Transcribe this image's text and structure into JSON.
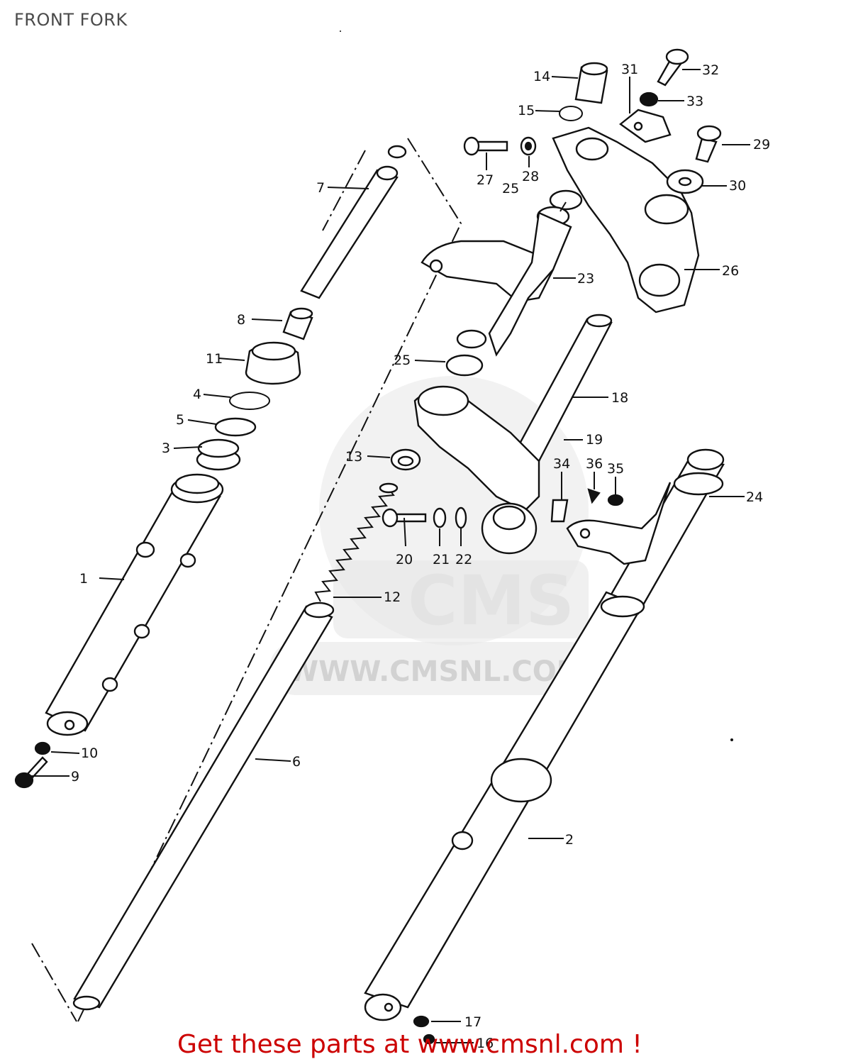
{
  "title": "FRONT FORK",
  "watermark": {
    "brand": "CMS",
    "url": "WWW.CMSNL.COM"
  },
  "footer": {
    "cta": "Get these parts at www.cmsnl.com !"
  },
  "colors": {
    "cta": "#cc0000",
    "line": "#111111",
    "watermark": "#e6e6e6"
  },
  "callouts": [
    {
      "id": "c1",
      "text": "1"
    },
    {
      "id": "c2",
      "text": "2"
    },
    {
      "id": "c3",
      "text": "3"
    },
    {
      "id": "c4",
      "text": "4"
    },
    {
      "id": "c5",
      "text": "5"
    },
    {
      "id": "c6",
      "text": "6"
    },
    {
      "id": "c7",
      "text": "7"
    },
    {
      "id": "c8",
      "text": "8"
    },
    {
      "id": "c9",
      "text": "9"
    },
    {
      "id": "c10",
      "text": "10"
    },
    {
      "id": "c11",
      "text": "11"
    },
    {
      "id": "c12",
      "text": "12"
    },
    {
      "id": "c13",
      "text": "13"
    },
    {
      "id": "c14",
      "text": "14"
    },
    {
      "id": "c15",
      "text": "15"
    },
    {
      "id": "c16",
      "text": "16"
    },
    {
      "id": "c17",
      "text": "17"
    },
    {
      "id": "c18",
      "text": "18"
    },
    {
      "id": "c19",
      "text": "19"
    },
    {
      "id": "c20",
      "text": "20"
    },
    {
      "id": "c21",
      "text": "21"
    },
    {
      "id": "c22",
      "text": "22"
    },
    {
      "id": "c23",
      "text": "23"
    },
    {
      "id": "c24",
      "text": "24"
    },
    {
      "id": "c25a",
      "text": "25"
    },
    {
      "id": "c25b",
      "text": "25"
    },
    {
      "id": "c26",
      "text": "26"
    },
    {
      "id": "c27",
      "text": "27"
    },
    {
      "id": "c28",
      "text": "28"
    },
    {
      "id": "c29",
      "text": "29"
    },
    {
      "id": "c30",
      "text": "30"
    },
    {
      "id": "c31",
      "text": "31"
    },
    {
      "id": "c32",
      "text": "32"
    },
    {
      "id": "c33",
      "text": "33"
    },
    {
      "id": "c34",
      "text": "34"
    },
    {
      "id": "c35",
      "text": "35"
    },
    {
      "id": "c36",
      "text": "36"
    }
  ]
}
